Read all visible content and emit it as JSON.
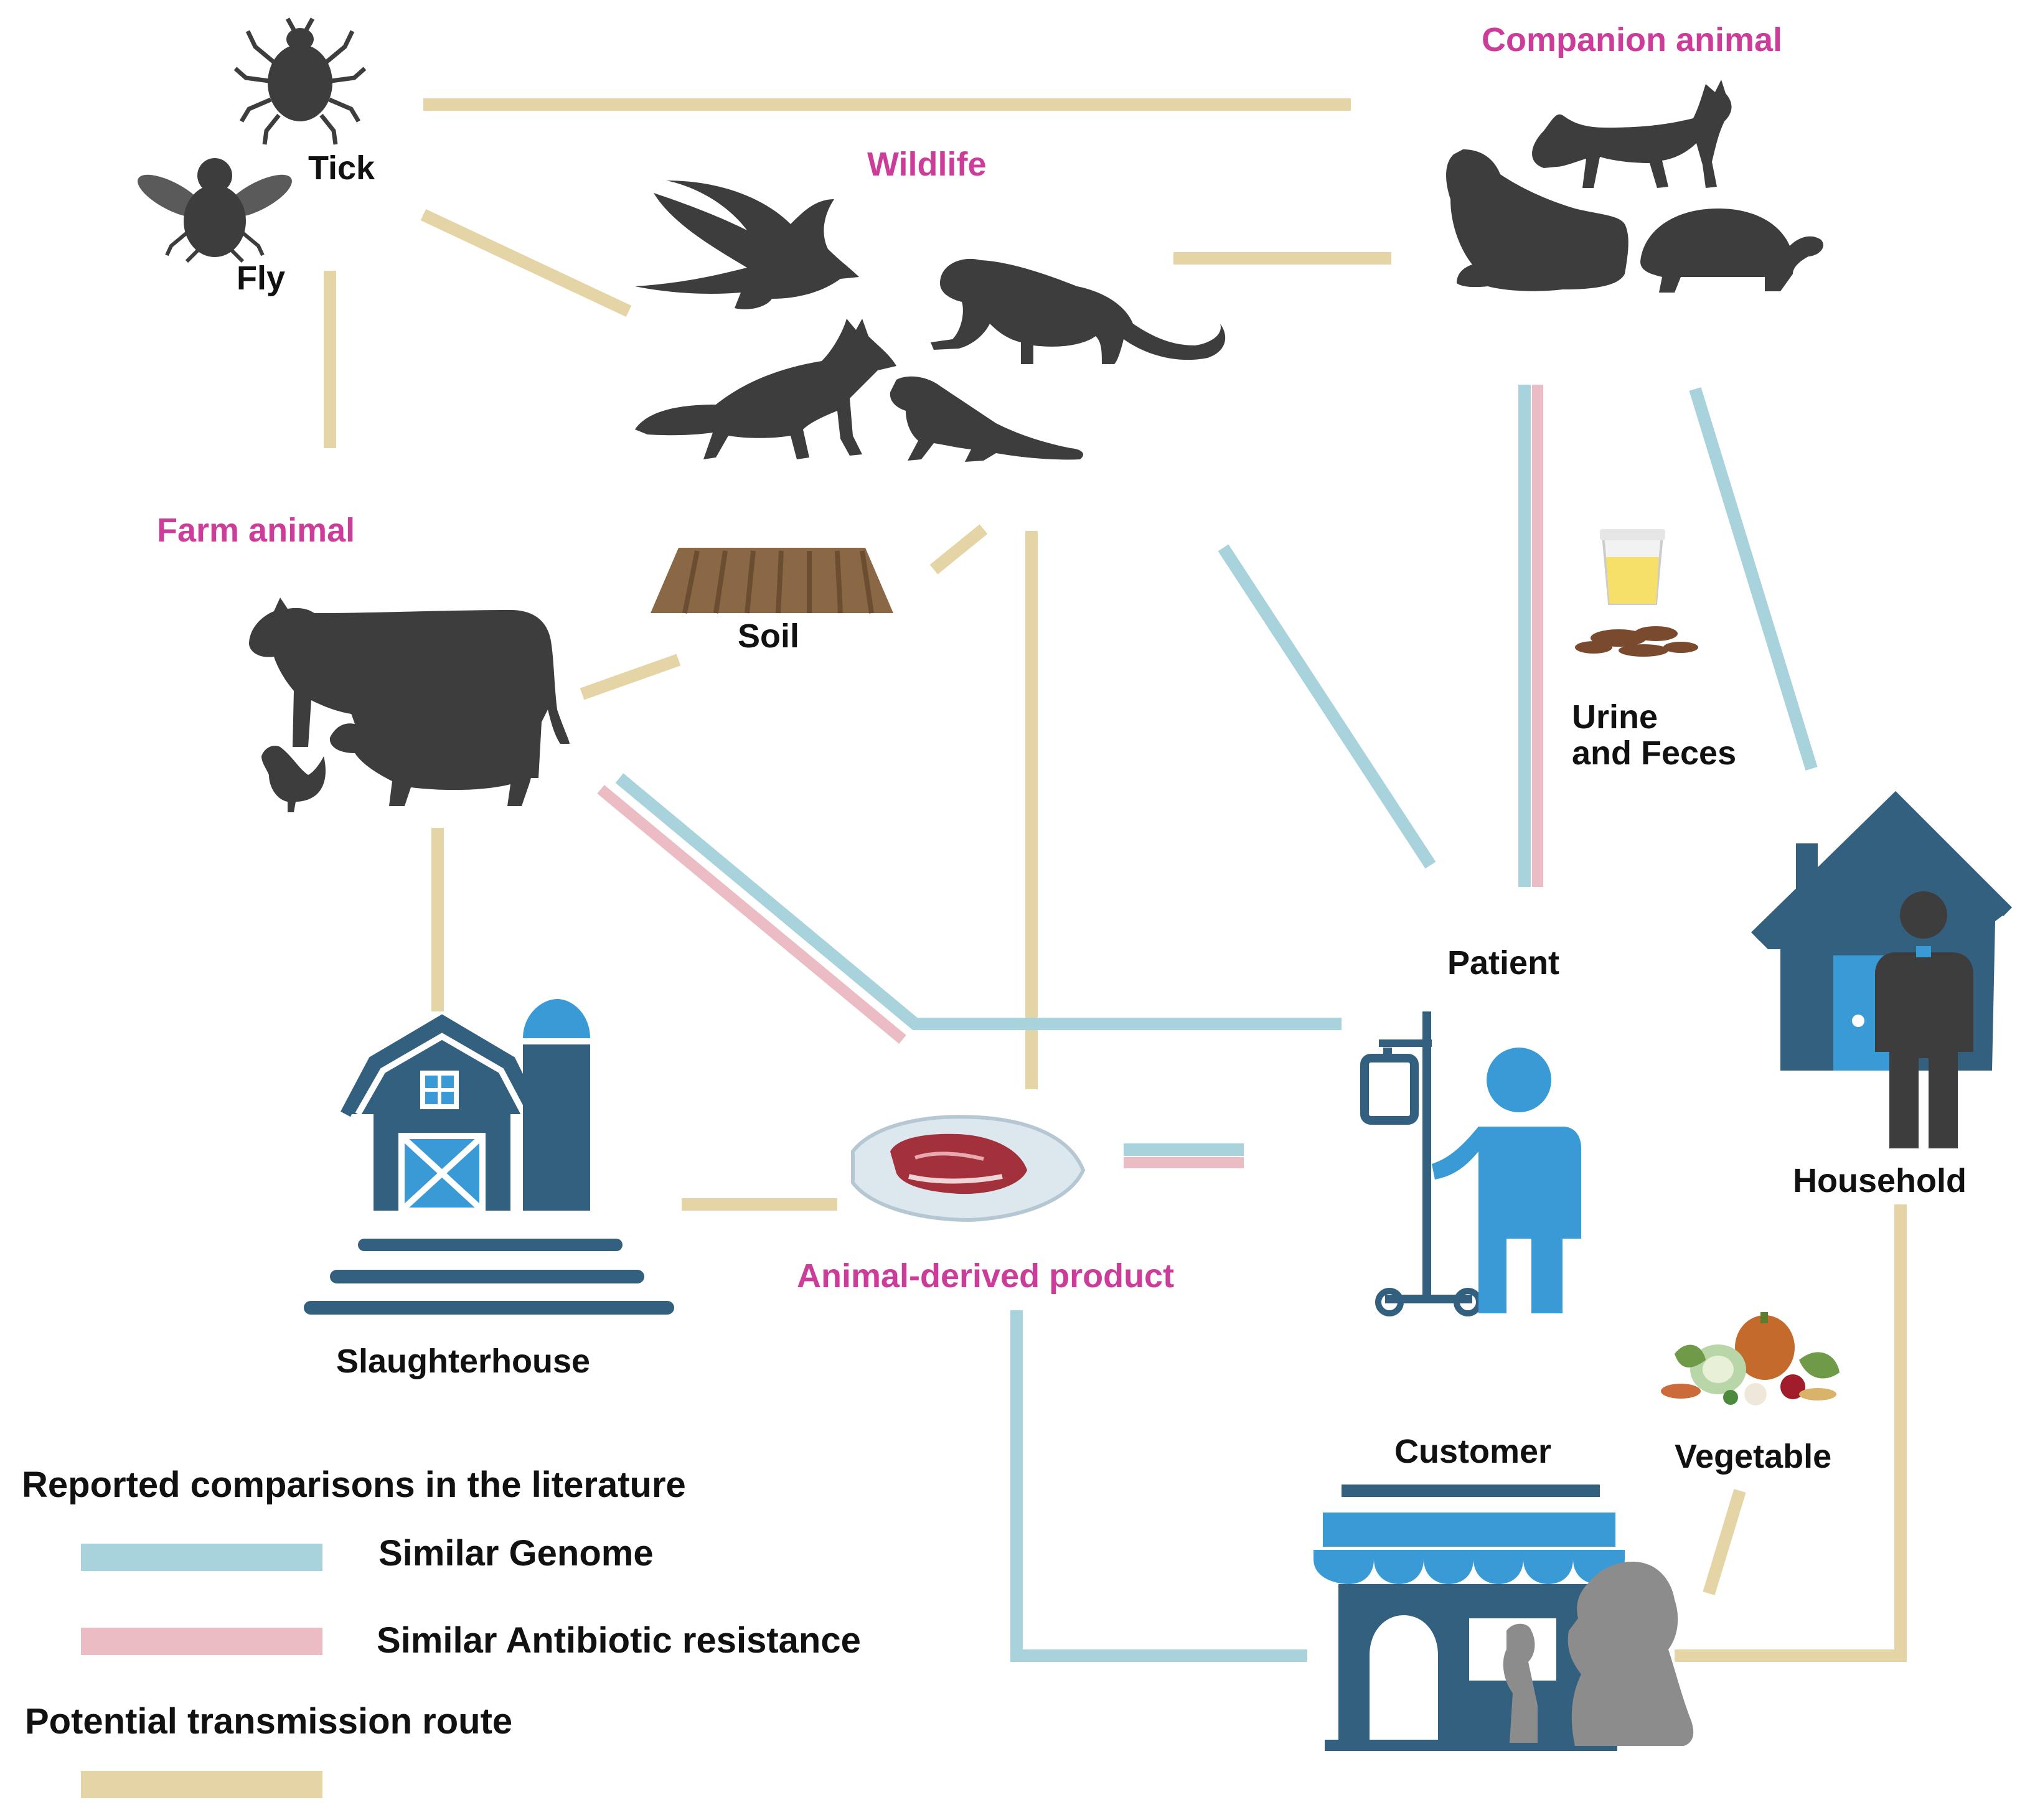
{
  "nodes": {
    "tick": "Tick",
    "fly": "Fly",
    "wildlife": "Wildlife",
    "companion": "Companion animal",
    "farm": "Farm animal",
    "soil": "Soil",
    "urine_feces_line1": "Urine",
    "urine_feces_line2": "and Feces",
    "patient": "Patient",
    "household": "Household",
    "slaughterhouse": "Slaughterhouse",
    "product": "Animal-derived product",
    "customer": "Customer",
    "vegetable": "Vegetable"
  },
  "legend": {
    "title1": "Reported comparisons in the literature",
    "genome": "Similar Genome",
    "resistance": "Similar Antibiotic resistance",
    "title2": "Potential transmission route"
  },
  "colors": {
    "genome": "#a8d3dc",
    "resistance": "#ebbcc4",
    "route": "#e5d4a5",
    "category_label": "#cc3d9a",
    "silhouette": "#3d3d3d",
    "building_dark": "#33607e",
    "building_light": "#3a9ad6"
  },
  "icons": [
    "tick-icon",
    "fly-icon",
    "bird-icon",
    "monkey-icon",
    "fox-icon",
    "ferret-icon",
    "cat-icon",
    "dog-icon",
    "turtle-icon",
    "cow-icon",
    "pig-icon",
    "chicken-icon",
    "soil-icon",
    "urine-cup-icon",
    "feces-icon",
    "patient-icon",
    "iv-stand-icon",
    "house-icon",
    "person-icon",
    "barn-icon",
    "silo-icon",
    "meat-tray-icon",
    "store-icon",
    "customer-face-icon",
    "vegetables-icon"
  ]
}
